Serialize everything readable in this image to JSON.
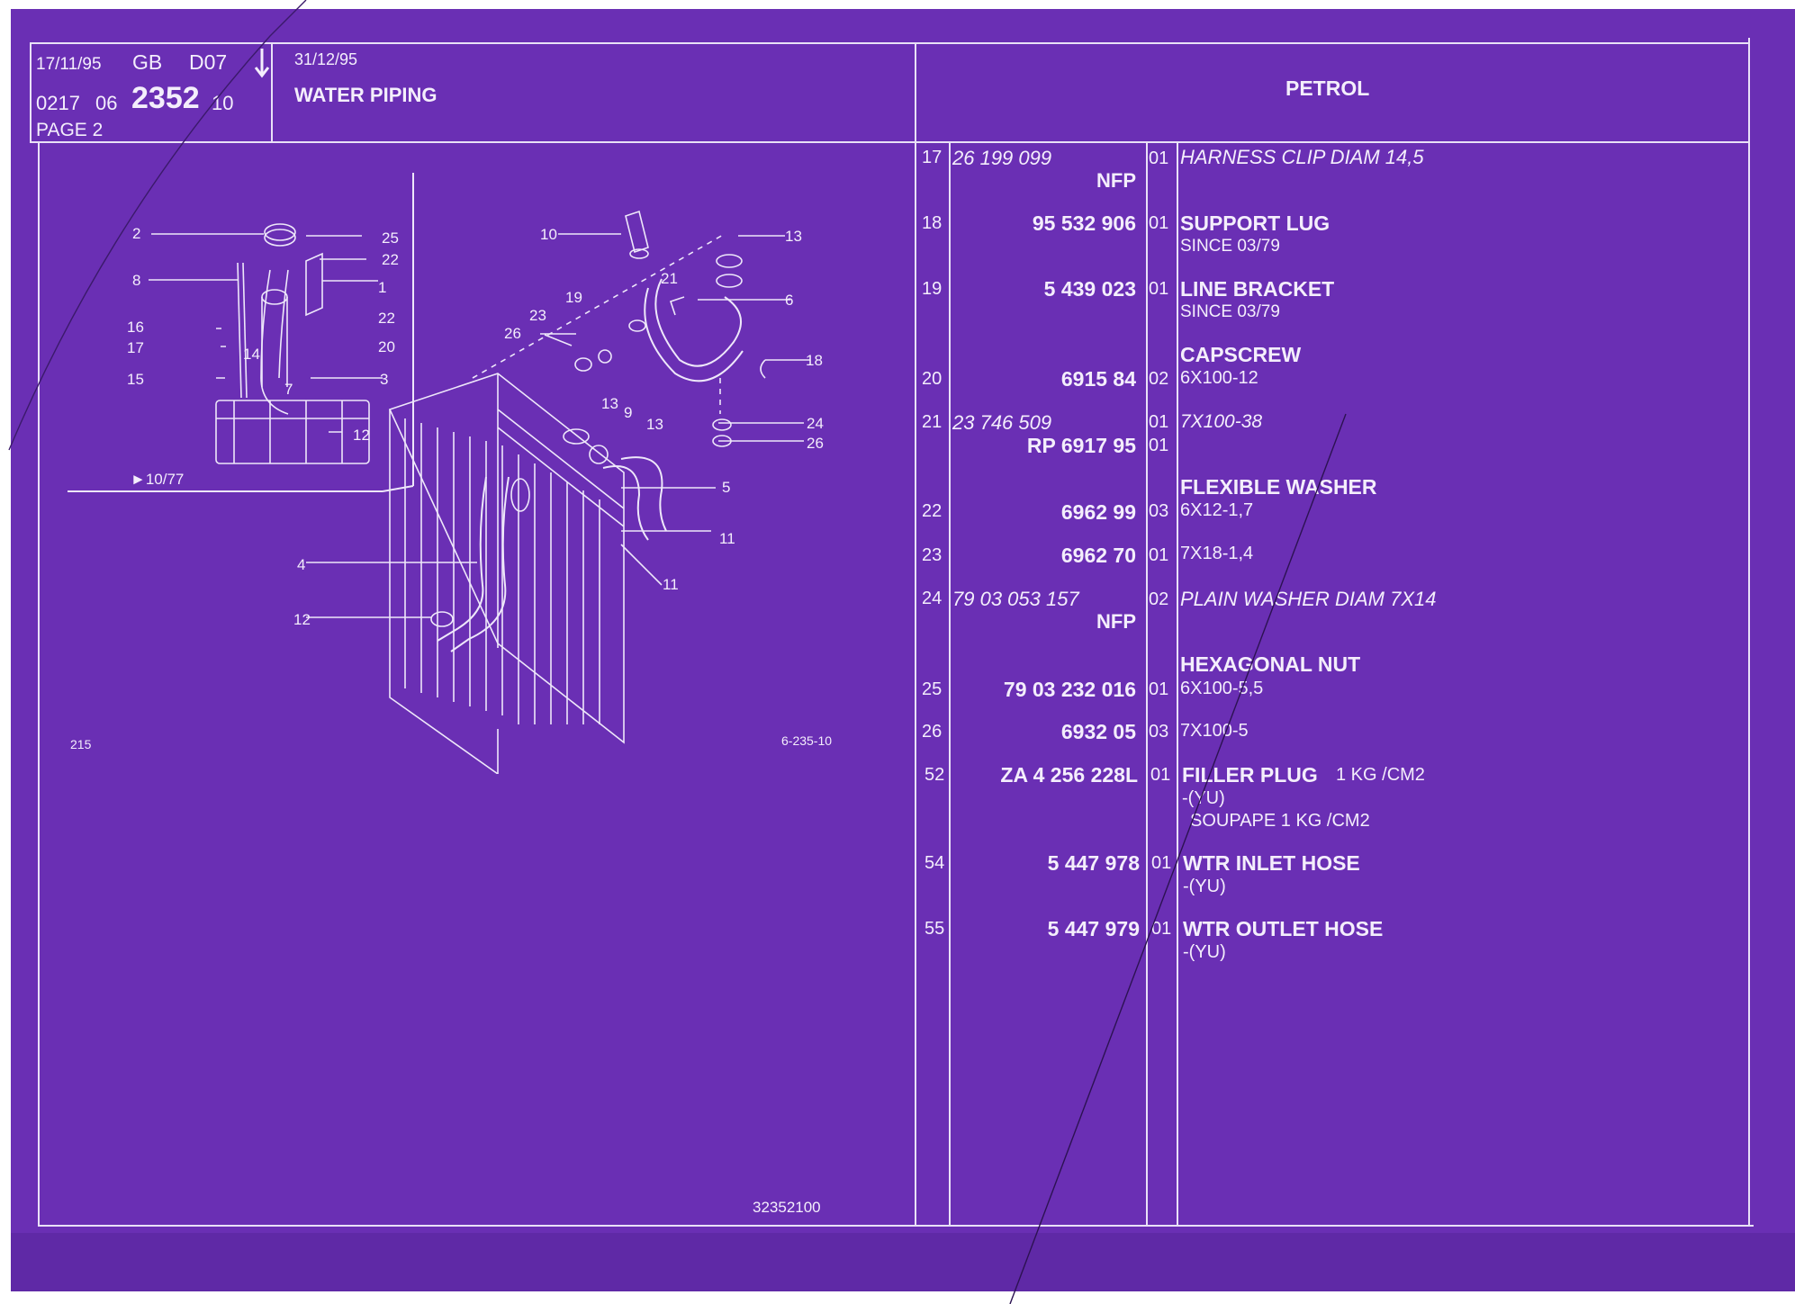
{
  "header": {
    "date_issue": "17/11/95",
    "country": "GB",
    "doc_code": "D07",
    "arrow_icon": "down-arrow-icon",
    "date_update": "31/12/95",
    "ref_prefix": "0217",
    "ref_group": "06",
    "ref_number": "2352",
    "ref_suffix": "10",
    "page_label": "PAGE 2",
    "title": "WATER PIPING",
    "variant": "PETROL"
  },
  "drawing": {
    "callouts": [
      "2",
      "25",
      "22",
      "8",
      "1",
      "22",
      "16",
      "20",
      "17",
      "14",
      "15",
      "3",
      "7",
      "12",
      "10",
      "13",
      "21",
      "19",
      "6",
      "23",
      "26",
      "18",
      "13",
      "9",
      "24",
      "13",
      "26",
      "5",
      "4",
      "11",
      "11",
      "12"
    ],
    "date_marker": "►10/77",
    "plate_left": "215",
    "plate_right": "6-235-10",
    "footer_code": "32352100"
  },
  "parts": [
    {
      "item": "17",
      "part": "26 199 099",
      "part_style": "italic",
      "note": "NFP",
      "qty": "01",
      "name": "HARNESS CLIP DIAM 14,5",
      "name_style": "italic",
      "spec": ""
    },
    {
      "item": "18",
      "part": "95 532 906",
      "qty": "01",
      "name": "SUPPORT LUG",
      "spec": "SINCE  03/79"
    },
    {
      "item": "19",
      "part": "5 439 023",
      "qty": "01",
      "name": "LINE BRACKET",
      "spec": "SINCE  03/79"
    },
    {
      "item": "20",
      "part": "6915 84",
      "qty": "02",
      "group": "CAPSCREW",
      "spec": "6X100-12"
    },
    {
      "item": "21",
      "part": "23 746 509",
      "part_style": "italic",
      "qty": "01",
      "spec": "7X100-38",
      "spec_style": "italic",
      "rp_part": "RP  6917 95",
      "rp_qty": "01"
    },
    {
      "item": "22",
      "part": "6962 99",
      "qty": "03",
      "group": "FLEXIBLE WASHER",
      "spec": "6X12-1,7"
    },
    {
      "item": "23",
      "part": "6962 70",
      "qty": "01",
      "spec": "7X18-1,4"
    },
    {
      "item": "24",
      "part": "79 03 053 157",
      "part_style": "italic",
      "note": "NFP",
      "qty": "02",
      "name": "PLAIN WASHER DIAM 7X14",
      "name_style": "italic"
    },
    {
      "item": "25",
      "part": "79 03 232 016",
      "qty": "01",
      "group": "HEXAGONAL NUT",
      "spec": "6X100-5,5"
    },
    {
      "item": "26",
      "part": "6932 05",
      "qty": "03",
      "spec": "7X100-5"
    },
    {
      "item": "52",
      "part": "ZA 4 256 228L",
      "qty": "01",
      "name": "FILLER PLUG",
      "name_extra": "1 KG /CM2",
      "spec": "-(YU)",
      "spec2": "SOUPAPE 1 KG /CM2"
    },
    {
      "item": "54",
      "part": "5 447 978",
      "qty": "01",
      "name": "WTR INLET HOSE",
      "spec": "-(YU)"
    },
    {
      "item": "55",
      "part": "5 447 979",
      "qty": "01",
      "name": "WTR OUTLET HOSE",
      "spec": "-(YU)"
    }
  ]
}
